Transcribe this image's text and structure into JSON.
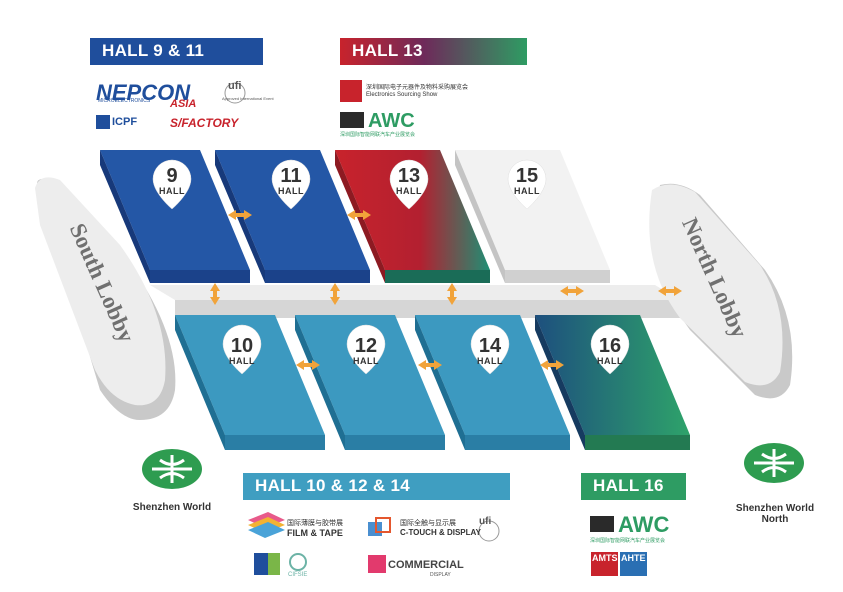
{
  "banners": {
    "hall_9_11": "HALL 9 & 11",
    "hall_13": "HALL 13",
    "hall_10_12_14": "HALL 10 & 12 & 14",
    "hall_16": "HALL 16"
  },
  "halls": {
    "h9": {
      "number": "9",
      "word": "HALL"
    },
    "h11": {
      "number": "11",
      "word": "HALL"
    },
    "h13": {
      "number": "13",
      "word": "HALL"
    },
    "h15": {
      "number": "15",
      "word": "HALL"
    },
    "h10": {
      "number": "10",
      "word": "HALL"
    },
    "h12": {
      "number": "12",
      "word": "HALL"
    },
    "h14": {
      "number": "14",
      "word": "HALL"
    },
    "h16": {
      "number": "16",
      "word": "HALL"
    }
  },
  "lobbies": {
    "south": "South Lobby",
    "north": "North Lobby"
  },
  "stations": {
    "west": "Shenzhen World",
    "east_line1": "Shenzhen World",
    "east_line2": "North"
  },
  "logos": {
    "nepcon": "NEPCON",
    "nepcon_sub": "ASIA",
    "nepcon_tag": "MICROELECTRONICS",
    "ufi": "ufi",
    "ufi_sub": "Approved International Event",
    "icpf": "ICPF",
    "sfactory": "S/FACTORY",
    "es_show_cn": "深圳国际电子元器件及物料采购展览会",
    "es_show_en": "Electronics Sourcing Show",
    "awc": "AWC",
    "awc_cn": "深圳国际智能网联汽车产业展览会",
    "film_tape_cn": "国际薄膜与胶带展",
    "film_tape": "FILM & TAPE",
    "ctouch_cn": "国际全触与显示展",
    "ctouch": "C-TOUCH & DISPLAY",
    "commercial": "COMMERCIAL",
    "commercial_sub": "DISPLAY",
    "cifsie": "CIFSIE",
    "amts": "AMTS",
    "ahte": "AHTE"
  },
  "colors": {
    "blue": "#1f4e9c",
    "red": "#c8232c",
    "teal": "#3f9ec1",
    "green": "#2e9c63",
    "grey": "#dcdcdc",
    "orange": "#f1a33a"
  }
}
